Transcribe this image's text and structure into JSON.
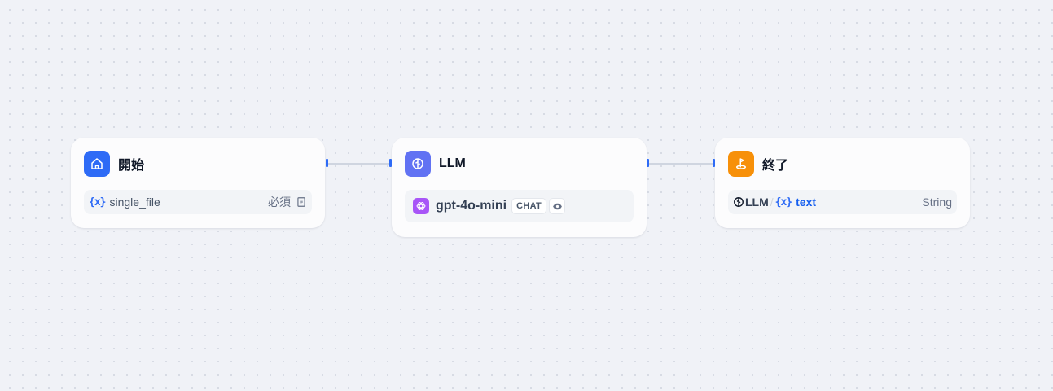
{
  "colors": {
    "accent": "#2e6bf6",
    "start_icon_bg": "#2e6bf6",
    "llm_icon_bg": "#6172f3",
    "end_icon_bg": "#f79009",
    "model_icon_bg": "#a855f7"
  },
  "nodes": {
    "start": {
      "title": "開始",
      "icon": "home-icon",
      "variable": {
        "brace": "{x}",
        "name": "single_file",
        "required": "必須",
        "type_icon": "file-document-icon"
      }
    },
    "llm": {
      "title": "LLM",
      "icon": "llm-brain-icon",
      "model": {
        "icon": "openai-icon",
        "name": "gpt-4o-mini",
        "mode": "CHAT",
        "vision_icon": "eye-icon"
      }
    },
    "end": {
      "title": "終了",
      "icon": "flag-end-icon",
      "output": {
        "source": "LLM",
        "separator": "/",
        "brace": "{x}",
        "name": "text",
        "type": "String"
      }
    }
  }
}
